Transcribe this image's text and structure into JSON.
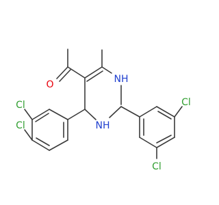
{
  "colors": {
    "bond": "#3a3a3a",
    "carbon_label": "#3a3a3a",
    "oxygen": "#e8000b",
    "nitrogen": "#1f3fcf",
    "chlorine": "#2f9e2f"
  },
  "labels": {
    "oxygen": "O",
    "nh_upper": "NH",
    "nh_lower": "NH",
    "cl_left_upper": "Cl",
    "cl_left_lower": "Cl",
    "cl_right_upper": "Cl",
    "cl_right_lower": "Cl"
  }
}
